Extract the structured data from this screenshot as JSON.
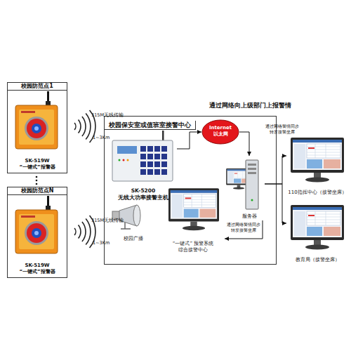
{
  "diagram": {
    "nodes": [
      {
        "text": [
          "校园防范点1",
          "SK-519W “一键式”报警器"
        ]
      },
      {
        "text": [
          "校园防范点N",
          "SK-519W “一键式”报警器"
        ]
      },
      {
        "text": [
          "校园保安室或值班室接警中心"
        ]
      },
      {
        "text": [
          "SK-5200 无线大功率接警主机"
        ],
        "in": 2
      },
      {
        "text": [
          "校园广播"
        ],
        "in": 2
      },
      {
        "text": [
          "“一键式” 预警系统 综合接警中心"
        ],
        "in": 2
      },
      {
        "text": [
          "Internet",
          "以太网"
        ]
      },
      {
        "text": [
          "服务器"
        ]
      },
      {
        "text": [
          "110指挥中心（接警坐席）"
        ]
      },
      {
        "text": [
          "教育局（接警坐席）"
        ]
      }
    ],
    "edges": [
      {
        "from": 3,
        "to": 6,
        "arrow": "to"
      },
      {
        "from": 6,
        "to": 7,
        "arrow": "to"
      },
      {
        "from": 7,
        "to": 8,
        "label": "通过网络警情同步转发接警坐席",
        "arrow": "to"
      },
      {
        "from": 7,
        "to": 9,
        "arrow": "to"
      },
      {
        "from": 7,
        "to": 5,
        "label": "通过网络警情同步转发接警坐席",
        "arrow": "to"
      }
    ],
    "labels": [
      "315M无线传输",
      "1~3Km",
      "315M无线传输",
      "1~3Km",
      "通过网络向上级部门上报警情"
    ]
  }
}
